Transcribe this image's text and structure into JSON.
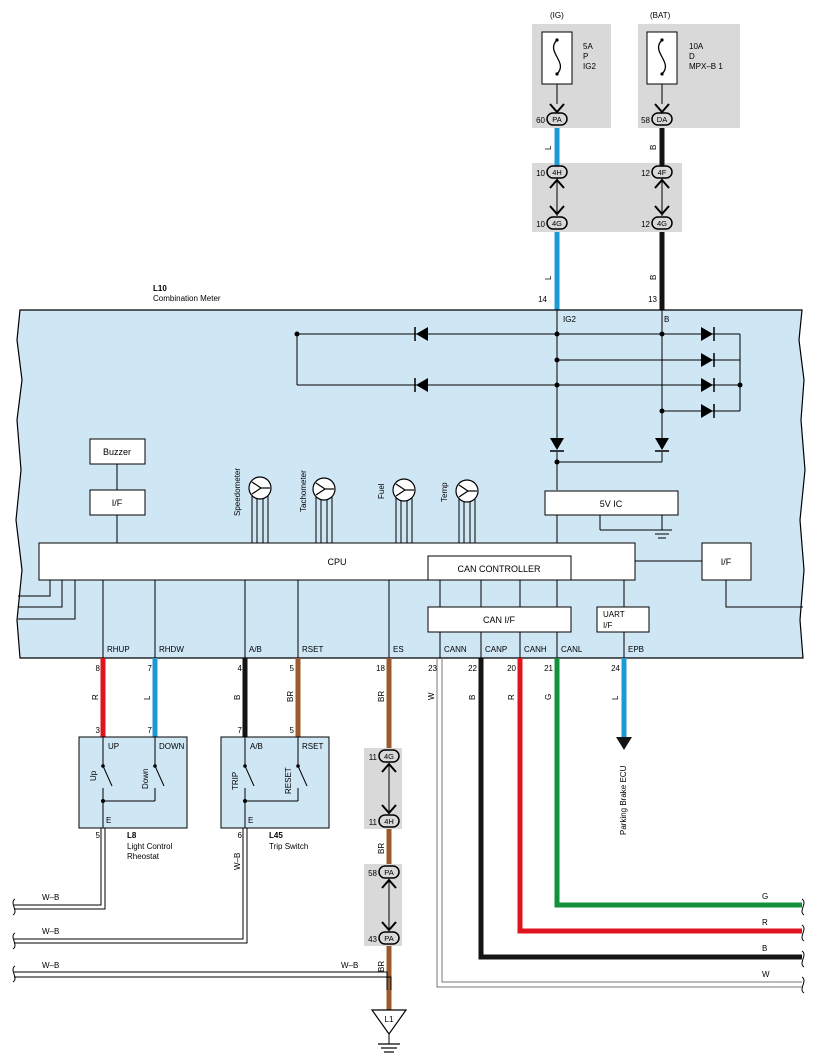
{
  "fuses": {
    "ig": {
      "header": "(IG)",
      "rating": "5A",
      "code": "P",
      "name": "IG2",
      "pin": "60",
      "connector": "PA"
    },
    "bat": {
      "header": "(BAT)",
      "rating": "10A",
      "code": "D",
      "name": "MPX–B 1",
      "pin": "58",
      "connector": "DA"
    }
  },
  "junctions": {
    "ig_top": {
      "pin": "10",
      "connector": "4H"
    },
    "ig_bottom": {
      "pin": "10",
      "connector": "4G"
    },
    "bat_top": {
      "pin": "12",
      "connector": "4F"
    },
    "bat_bottom": {
      "pin": "12",
      "connector": "4G"
    }
  },
  "wires": {
    "ig_upper": "L",
    "ig_lower": "L",
    "bat_upper": "B",
    "bat_lower": "B"
  },
  "meter": {
    "code": "L10",
    "name": "Combination Meter",
    "pin_ig": "14",
    "pin_bat": "13",
    "label_ig": "IG2",
    "label_bat": "B",
    "buzzer": "Buzzer",
    "if_left": "I/F",
    "if_right": "I/F",
    "gauges": [
      "Speedometer",
      "Tachometer",
      "Fuel",
      "Temp"
    ],
    "ic5v": "5V IC",
    "cpu": "CPU",
    "can_controller": "CAN CONTROLLER",
    "can_if": "CAN I/F",
    "uart_if_1": "UART",
    "uart_if_2": "I/F"
  },
  "terminals": [
    {
      "label": "RHUP",
      "pin": "8",
      "wire": "R"
    },
    {
      "label": "RHDW",
      "pin": "7",
      "wire": "L"
    },
    {
      "label": "A/B",
      "pin": "4",
      "wire": "B"
    },
    {
      "label": "RSET",
      "pin": "5",
      "wire": "BR"
    },
    {
      "label": "ES",
      "pin": "18",
      "wire": "BR"
    },
    {
      "label": "CANN",
      "pin": "23",
      "wire": "W"
    },
    {
      "label": "CANP",
      "pin": "22",
      "wire": "B"
    },
    {
      "label": "CANH",
      "pin": "20",
      "wire": "R"
    },
    {
      "label": "CANL",
      "pin": "21",
      "wire": "G"
    },
    {
      "label": "EPB",
      "pin": "24",
      "wire": "L"
    }
  ],
  "rheostat": {
    "code": "L8",
    "name_line1": "Light Control",
    "name_line2": "Rheostat",
    "pin_up": "3",
    "pin_down": "7",
    "pin_e": "5",
    "up": "UP",
    "down": "DOWN",
    "e": "E",
    "switch_up": "Up",
    "switch_down": "Down",
    "ground_wire": "W–B"
  },
  "trip_switch": {
    "code": "L45",
    "name": "Trip Switch",
    "pin_ab": "7",
    "pin_rset": "5",
    "pin_e": "6",
    "ab": "A/B",
    "rset": "RSET",
    "e": "E",
    "switch_trip": "TRIP",
    "switch_reset": "RESET",
    "ground_wire": "W–B"
  },
  "ground_path": {
    "j1_pin": "11",
    "j1_conn": "4G",
    "j2_pin": "11",
    "j2_conn": "4H",
    "wire_a": "BR",
    "j3_pin": "58",
    "j3_conn": "PA",
    "j4_pin": "43",
    "j4_conn": "PA",
    "wire_b": "BR",
    "ground_point": "L1"
  },
  "offpage": {
    "wb_1": "W–B",
    "wb_2": "W–B",
    "wb_3": "W–B",
    "wb_3_right": "W–B",
    "g": "G",
    "r": "R",
    "b": "B",
    "w": "W"
  },
  "parking_brake": "Parking Brake ECU",
  "colors": {
    "blue": "#1c9ad6",
    "black": "#141414",
    "red": "#e0141e",
    "brown": "#9b5a2e",
    "green": "#12913a",
    "meter_fill": "#cfe6f5",
    "fuse_fill": "#d9d9d9"
  }
}
